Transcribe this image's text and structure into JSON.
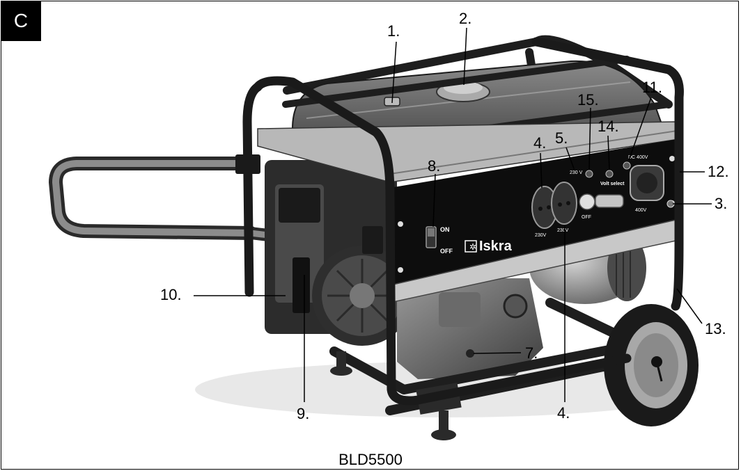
{
  "section_label": "C",
  "model": "BLD5500",
  "brand": "Iskra",
  "panel": {
    "switch_on": "ON",
    "switch_off": "OFF",
    "socket_left": "230V",
    "socket_mid": "230V",
    "socket_right": "400V",
    "dc_label": "DC 400V",
    "volt_select": "Volt select",
    "small_230": "230 V",
    "selector_off": "OFF"
  },
  "callouts": [
    "1.",
    "2.",
    "3.",
    "4.",
    "4.",
    "5.",
    "7.",
    "8.",
    "9.",
    "10.",
    "11.",
    "12.",
    "13.",
    "14.",
    "15."
  ]
}
